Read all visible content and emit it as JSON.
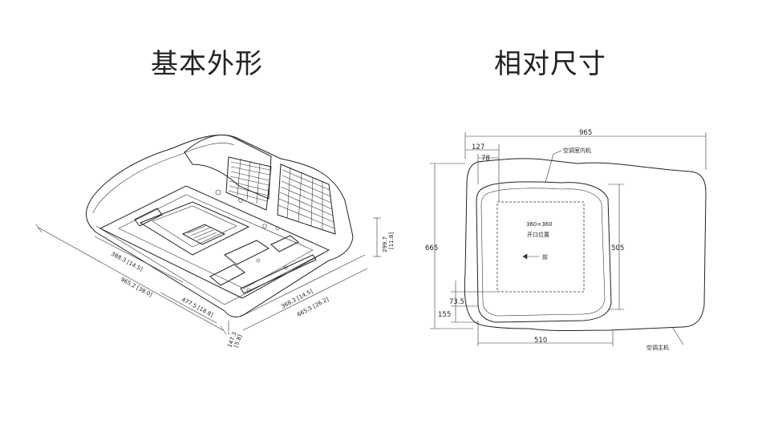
{
  "panels": {
    "left_title": "基本外形",
    "right_title": "相对尺寸"
  },
  "iso_dims": {
    "d1": "388.3 [14.5]",
    "d2": "965.2 [38.0]",
    "d3": "477.5 [18.8]",
    "d4": "368.3 [14.5]",
    "d5": "665.5 [26.2]",
    "d6": "299.7",
    "d6b": "[11.8]",
    "d7": "147.3",
    "d7b": "[5.8]"
  },
  "top_view": {
    "w_total": "965",
    "w_127": "127",
    "w_78": "78",
    "h_total": "665",
    "h_505": "505",
    "w_510": "510",
    "h_73": "73.5",
    "h_155": "155",
    "opening_size": "360×360",
    "opening_label": "开口位置",
    "front_label": "前",
    "indoor_label": "空调室内机",
    "outdoor_label": "空调主机"
  }
}
